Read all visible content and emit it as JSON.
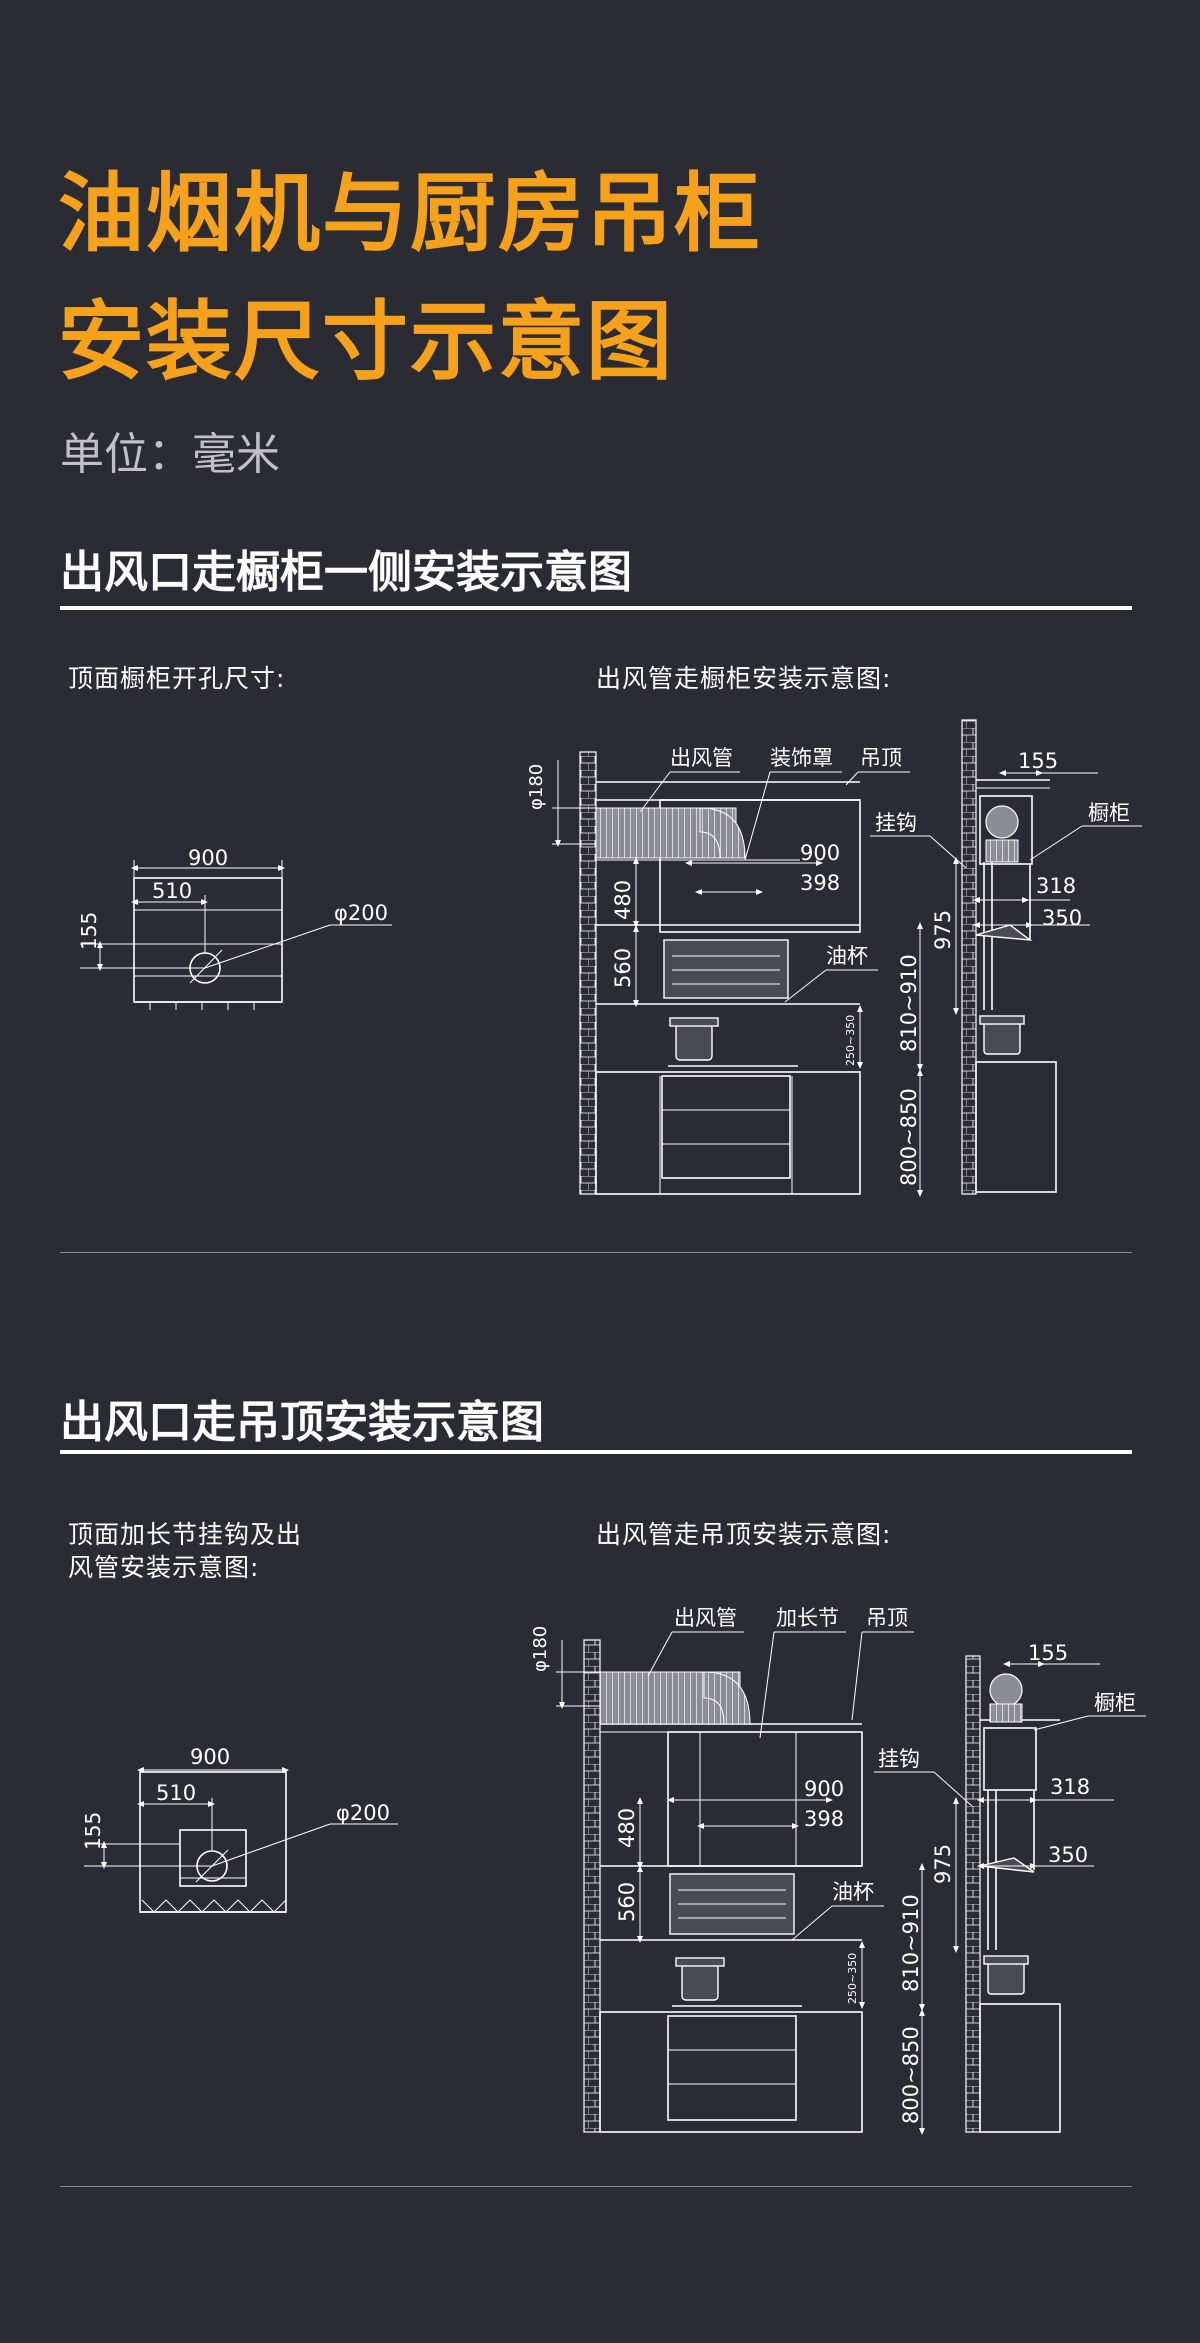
{
  "title": {
    "line1": "油烟机与厨房吊柜",
    "line2": "安装尺寸示意图"
  },
  "unit": "单位：毫米",
  "colors": {
    "background": "#2b2b33",
    "accent": "#f6a11a",
    "text": "#ffffff"
  },
  "section1": {
    "heading": "出风口走橱柜一侧安装示意图",
    "left_caption": "顶面橱柜开孔尺寸:",
    "right_caption": "出风管走橱柜安装示意图:",
    "top_view": {
      "w": "900",
      "offset": "510",
      "depth": "155",
      "hole": "φ200"
    },
    "front_view": {
      "duct_dia": "φ180",
      "duct": "出风管",
      "cover": "装饰罩",
      "ceiling": "吊顶",
      "hook": "挂钩",
      "w900": "900",
      "w398": "398",
      "h480": "480",
      "h560": "560",
      "cup": "油杯",
      "gap": "250~350",
      "range": "810~910",
      "counter": "800~850"
    },
    "side_view": {
      "d155": "155",
      "cabinet": "橱柜",
      "d318": "318",
      "d350": "350",
      "h975": "975"
    }
  },
  "section2": {
    "heading": "出风口走吊顶安装示意图",
    "left_caption_1": "顶面加长节挂钩及出",
    "left_caption_2": "风管安装示意图:",
    "right_caption": "出风管走吊顶安装示意图:",
    "top_view": {
      "w": "900",
      "offset": "510",
      "depth": "155",
      "hole": "φ200"
    },
    "front_view": {
      "duct_dia": "φ180",
      "duct": "出风管",
      "cover": "加长节",
      "ceiling": "吊顶",
      "hook": "挂钩",
      "w900": "900",
      "w398": "398",
      "h480": "480",
      "h560": "560",
      "cup": "油杯",
      "gap": "250~350",
      "range": "810~910",
      "counter": "800~850"
    },
    "side_view": {
      "d155": "155",
      "cabinet": "橱柜",
      "d318": "318",
      "d350": "350",
      "h975": "975"
    }
  }
}
